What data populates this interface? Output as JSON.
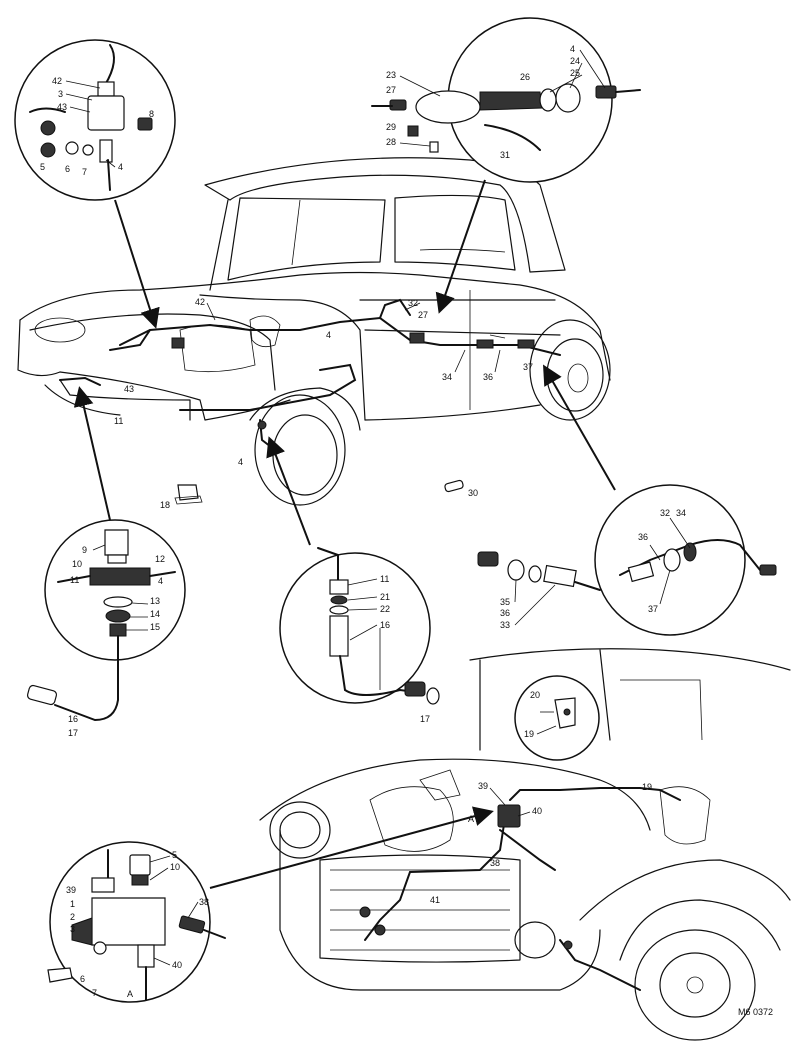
{
  "figure_code": "M6 0372",
  "detail_top_left": {
    "labels": [
      "42",
      "3",
      "43",
      "8",
      "5",
      "6",
      "7",
      "4"
    ]
  },
  "detail_top_right": {
    "labels": [
      "23",
      "27",
      "26",
      "4",
      "24",
      "25",
      "29",
      "28",
      "31"
    ]
  },
  "car_main_labels": [
    "42",
    "32",
    "27",
    "4",
    "34",
    "36",
    "37",
    "43",
    "11",
    "18",
    "4",
    "30"
  ],
  "detail_mid_left": {
    "labels": [
      "9",
      "10",
      "12",
      "11",
      "4",
      "13",
      "14",
      "15",
      "16",
      "17"
    ]
  },
  "detail_mid_center": {
    "labels": [
      "11",
      "21",
      "22",
      "16",
      "17"
    ]
  },
  "detail_mid_right": {
    "labels": [
      "32",
      "34",
      "36",
      "37",
      "35",
      "36",
      "33"
    ]
  },
  "detail_small_inset": {
    "labels": [
      "20",
      "19"
    ]
  },
  "car_front_labels": [
    "39",
    "A",
    "40",
    "38",
    "19",
    "41"
  ],
  "detail_bottom_left": {
    "labels": [
      "5",
      "10",
      "39",
      "38",
      "1",
      "2",
      "3",
      "6",
      "7",
      "A",
      "40"
    ]
  }
}
